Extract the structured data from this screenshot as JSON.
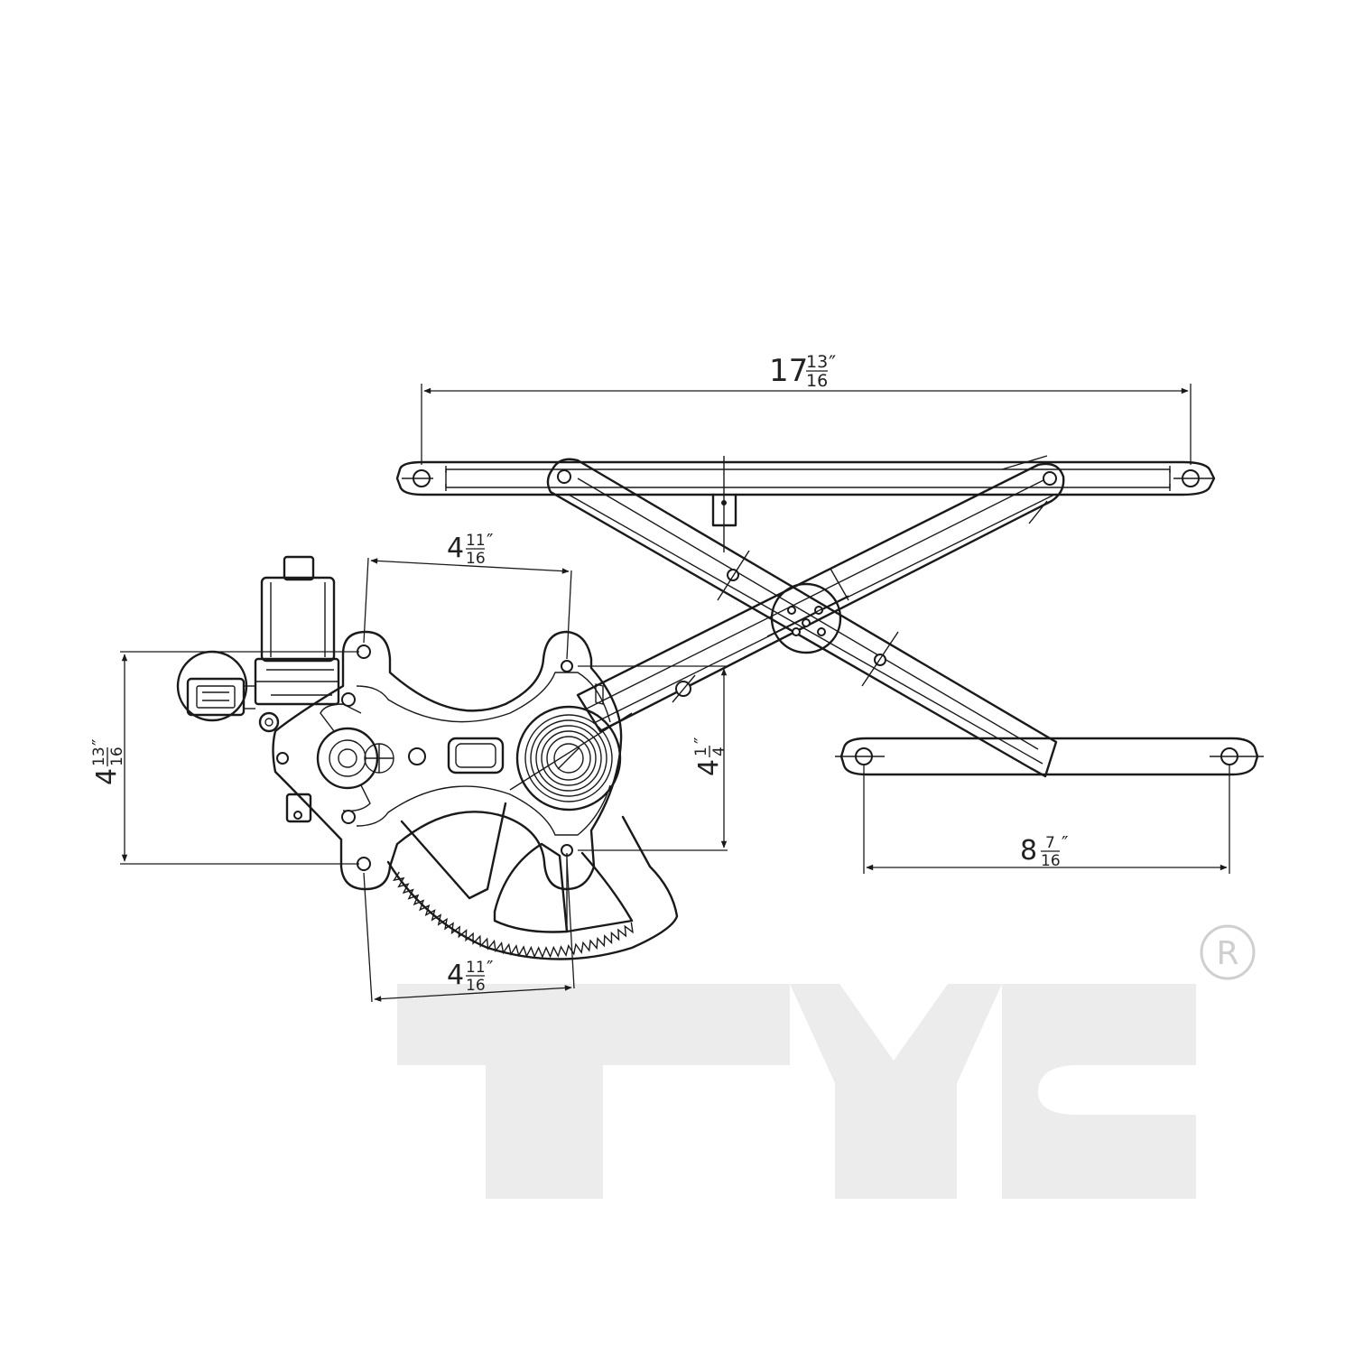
{
  "dimensions": {
    "top_width": {
      "whole": "17",
      "num": "13",
      "den": "16",
      "unit": "″"
    },
    "motor_top": {
      "whole": "4",
      "num": "11",
      "den": "16",
      "unit": "″"
    },
    "motor_bottom": {
      "whole": "4",
      "num": "11",
      "den": "16",
      "unit": "″"
    },
    "left_height": {
      "whole": "4",
      "num": "13",
      "den": "16",
      "unit": "″"
    },
    "center_height": {
      "whole": "4",
      "num": "1",
      "den": "4",
      "unit": "″"
    },
    "lower_width": {
      "whole": "8",
      "num": "7",
      "den": "16",
      "unit": "″"
    }
  },
  "brand": {
    "logo_text": "TYC",
    "registered_mark": "R"
  },
  "colors": {
    "line": "#1a1a1a",
    "watermark": "#ececec",
    "background": "#ffffff"
  }
}
